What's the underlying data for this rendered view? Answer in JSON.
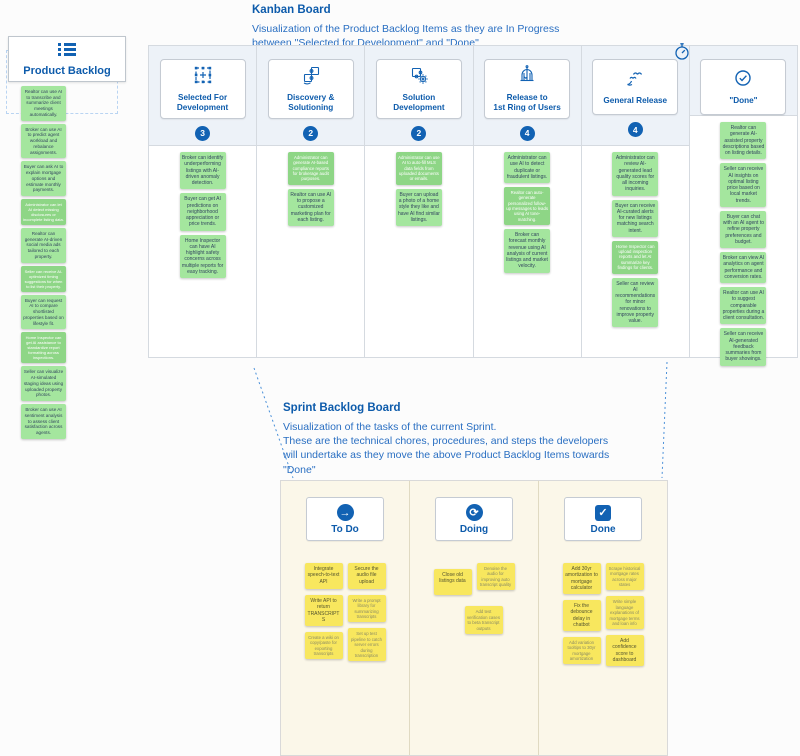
{
  "colors": {
    "accent": "#1262b3",
    "title_text": "#0d5bab",
    "description_text": "#2a6fc2",
    "green_sticky": "#a4e69e",
    "green_sticky_dark": "#8ed686",
    "yellow_sticky": "#f8e75e",
    "kanban_header_bg": "#edf2f8",
    "sprint_board_bg": "#fbf7e9"
  },
  "product_backlog": {
    "label": "Product Backlog",
    "icon": "backlog-list-icon",
    "stickies": [
      {
        "text": "Realtor can use AI to transcribe and summarize client meetings automatically.",
        "variant": "normal"
      },
      {
        "text": "Broker can use AI to predict agent workload and rebalance assignments.",
        "variant": "normal"
      },
      {
        "text": "Buyer can ask AI to explain mortgage options and estimate monthly payments.",
        "variant": "normal"
      },
      {
        "text": "Administrator can let AI detect missing disclosures or incomplete listing data.",
        "variant": "small"
      },
      {
        "text": "Realtor can generate AI-driven social media ads tailored to each property.",
        "variant": "normal"
      },
      {
        "text": "Seller can receive AI-optimized timing suggestions for when to list their property.",
        "variant": "small"
      },
      {
        "text": "Buyer can request AI to compare shortlisted properties based on lifestyle fit.",
        "variant": "normal"
      },
      {
        "text": "Home Inspector can get AI assistance to standardize report formatting across inspections.",
        "variant": "small"
      },
      {
        "text": "Seller can visualize AI-simulated staging ideas using uploaded property photos.",
        "variant": "normal"
      },
      {
        "text": "Broker can use AI sentiment analysis to assess client satisfaction across agents.",
        "variant": "normal"
      }
    ]
  },
  "kanban": {
    "title": "Kanban Board",
    "description": "Visualization of the Product Backlog Items as they are In Progress\nbetween \"Selected for Development\" and \"Done\"",
    "flow_arrow_icon": "flow-arrow-icon",
    "stopwatch_icon": "stopwatch-icon",
    "columns": [
      {
        "label": "Selected For\nDevelopment",
        "icon": "selection-icon",
        "count": "3",
        "stickies": [
          {
            "text": "Broker can identify underperforming listings with AI-driven anomaly detection.",
            "variant": "normal"
          },
          {
            "text": "Buyer can get AI predictions on neighborhood appreciation or price trends.",
            "variant": "normal"
          },
          {
            "text": "Home Inspector can have AI highlight safety concerns across multiple reports for easy tracking.",
            "variant": "normal"
          }
        ]
      },
      {
        "label": "Discovery &\nSolutioning",
        "icon": "puzzle-hand-icon",
        "count": "2",
        "stickies": [
          {
            "text": "Administrator can generate AI-based compliance reports for brokerage audit purposes.",
            "variant": "small"
          },
          {
            "text": "Realtor can use AI to propose a customized marketing plan for each listing.",
            "variant": "normal"
          }
        ]
      },
      {
        "label": "Solution\nDevelopment",
        "icon": "puzzle-gear-icon",
        "count": "2",
        "stickies": [
          {
            "text": "Administrator can use AI to auto-fill MLS data fields from uploaded documents or emails.",
            "variant": "small"
          },
          {
            "text": "Buyer can upload a photo of a home style they like and have AI find similar listings.",
            "variant": "normal"
          }
        ]
      },
      {
        "label": "Release to\n1st Ring of Users",
        "icon": "birdcage-icon",
        "count": "4",
        "stickies": [
          {
            "text": "Administrator can use AI to detect duplicate or fraudulent listings.",
            "variant": "normal"
          },
          {
            "text": "Realtor can auto-generate personalized follow-up messages to leads using AI tone-matching.",
            "variant": "small"
          },
          {
            "text": "Broker can forecast monthly revenue using AI analysis of current listings and market velocity.",
            "variant": "normal"
          }
        ]
      },
      {
        "label": "General Release",
        "icon": "release-birds-icon",
        "count": "4",
        "stickies": [
          {
            "text": "Administrator can review AI-generated lead quality scores for all incoming inquiries.",
            "variant": "normal"
          },
          {
            "text": "Buyer can receive AI-curated alerts for new listings matching search intent.",
            "variant": "normal"
          },
          {
            "text": "Home Inspector can upload inspection reports and let AI summarize key findings for clients.",
            "variant": "small"
          },
          {
            "text": "Seller can review AI recommendations for minor renovations to improve property value.",
            "variant": "normal"
          }
        ]
      },
      {
        "label": "\"Done\"",
        "icon": "check-circle-icon",
        "count": "",
        "stickies": [
          {
            "text": "Realtor can generate AI-assisted property descriptions based on listing details.",
            "variant": "normal"
          },
          {
            "text": "Seller can receive AI insights on optimal listing price based on local market trends.",
            "variant": "normal"
          },
          {
            "text": "Buyer can chat with an AI agent to refine property preferences and budget.",
            "variant": "normal"
          },
          {
            "text": "Broker can view AI analytics on agent performance and conversion rates.",
            "variant": "normal"
          },
          {
            "text": "Realtor can use AI to suggest comparable properties during a client consultation.",
            "variant": "normal"
          },
          {
            "text": "Seller can receive AI-generated feedback summaries from buyer showings.",
            "variant": "normal"
          }
        ]
      }
    ]
  },
  "sprint": {
    "title": "Sprint Backlog Board",
    "description": "Visualization of the tasks of the current Sprint.\nThese are the technical chores, procedures, and steps the developers\nwill undertake as they move the above Product Backlog Items towards\n\"Done\"",
    "columns": [
      {
        "label": "To Do",
        "icon": "arrow-circle-icon",
        "stickies_left": [
          {
            "text": "Integrate speech-to-text API",
            "variant": "normal"
          },
          {
            "text": "Write API to return TRANSCRIPTS",
            "variant": "normal"
          },
          {
            "text": "Create a wiki on copy/paste for exporting transcripts",
            "variant": "small"
          }
        ],
        "stickies_right": [
          {
            "text": "Secure the audio file upload",
            "variant": "normal"
          },
          {
            "text": "Write a prompt library for summarizing transcripts",
            "variant": "small"
          },
          {
            "text": "Set up test pipeline to catch server errors during transcription",
            "variant": "small"
          }
        ]
      },
      {
        "label": "Doing",
        "icon": "refresh-circle-icon",
        "stickies_left": [
          {
            "text": "Close old listings data",
            "variant": "normal"
          }
        ],
        "stickies_right": [
          {
            "text": "Denoise the audio for improving auto transcript quality",
            "variant": "small"
          },
          {
            "text": "Add test verification cases to beta transcript outputs",
            "variant": "small"
          }
        ]
      },
      {
        "label": "Done",
        "icon": "check-square-icon",
        "stickies_left": [
          {
            "text": "Add 30yr amortization to mortgage calculator",
            "variant": "normal"
          },
          {
            "text": "Fix the debounce delay in chatbot",
            "variant": "normal"
          },
          {
            "text": "Add variation tooltips to 30yr mortgage amortization",
            "variant": "small"
          }
        ],
        "stickies_right": [
          {
            "text": "Scrape historical mortgage rates across major states",
            "variant": "small"
          },
          {
            "text": "Write simple language explanations of mortgage terms and loan info",
            "variant": "small"
          },
          {
            "text": "Add confidence score to dashboard",
            "variant": "normal"
          }
        ]
      }
    ]
  }
}
